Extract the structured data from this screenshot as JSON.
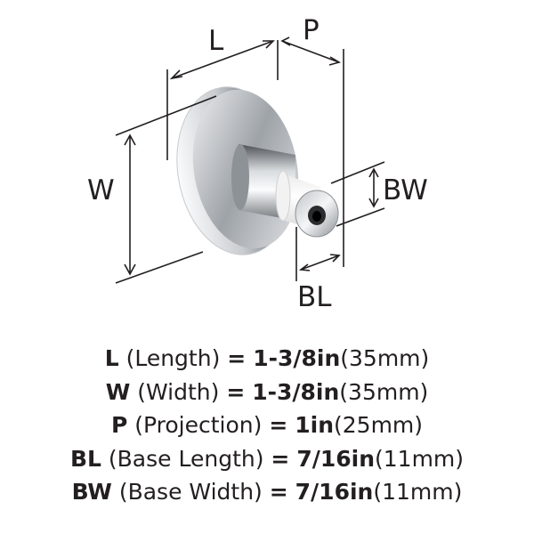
{
  "diagram": {
    "labels": {
      "L": "L",
      "P": "P",
      "W": "W",
      "BW": "BW",
      "BL": "BL"
    },
    "colors": {
      "line": "#231f20",
      "chrome_dark": "#5a5e63",
      "chrome_light": "#eef0f2",
      "insert": "#ffffff"
    }
  },
  "specs": [
    {
      "abbr": "L",
      "name": "(Length)",
      "eq": "=",
      "imperial": "1-3/8in",
      "metric": "(35mm)"
    },
    {
      "abbr": "W",
      "name": "(Width)",
      "eq": "=",
      "imperial": "1-3/8in",
      "metric": "(35mm)"
    },
    {
      "abbr": "P",
      "name": "(Projection)",
      "eq": "=",
      "imperial": "1in",
      "metric": "(25mm)"
    },
    {
      "abbr": "BL",
      "name": "(Base Length)",
      "eq": "=",
      "imperial": "7/16in",
      "metric": "(11mm)"
    },
    {
      "abbr": "BW",
      "name": "(Base Width)",
      "eq": "=",
      "imperial": "7/16in",
      "metric": "(11mm)"
    }
  ]
}
